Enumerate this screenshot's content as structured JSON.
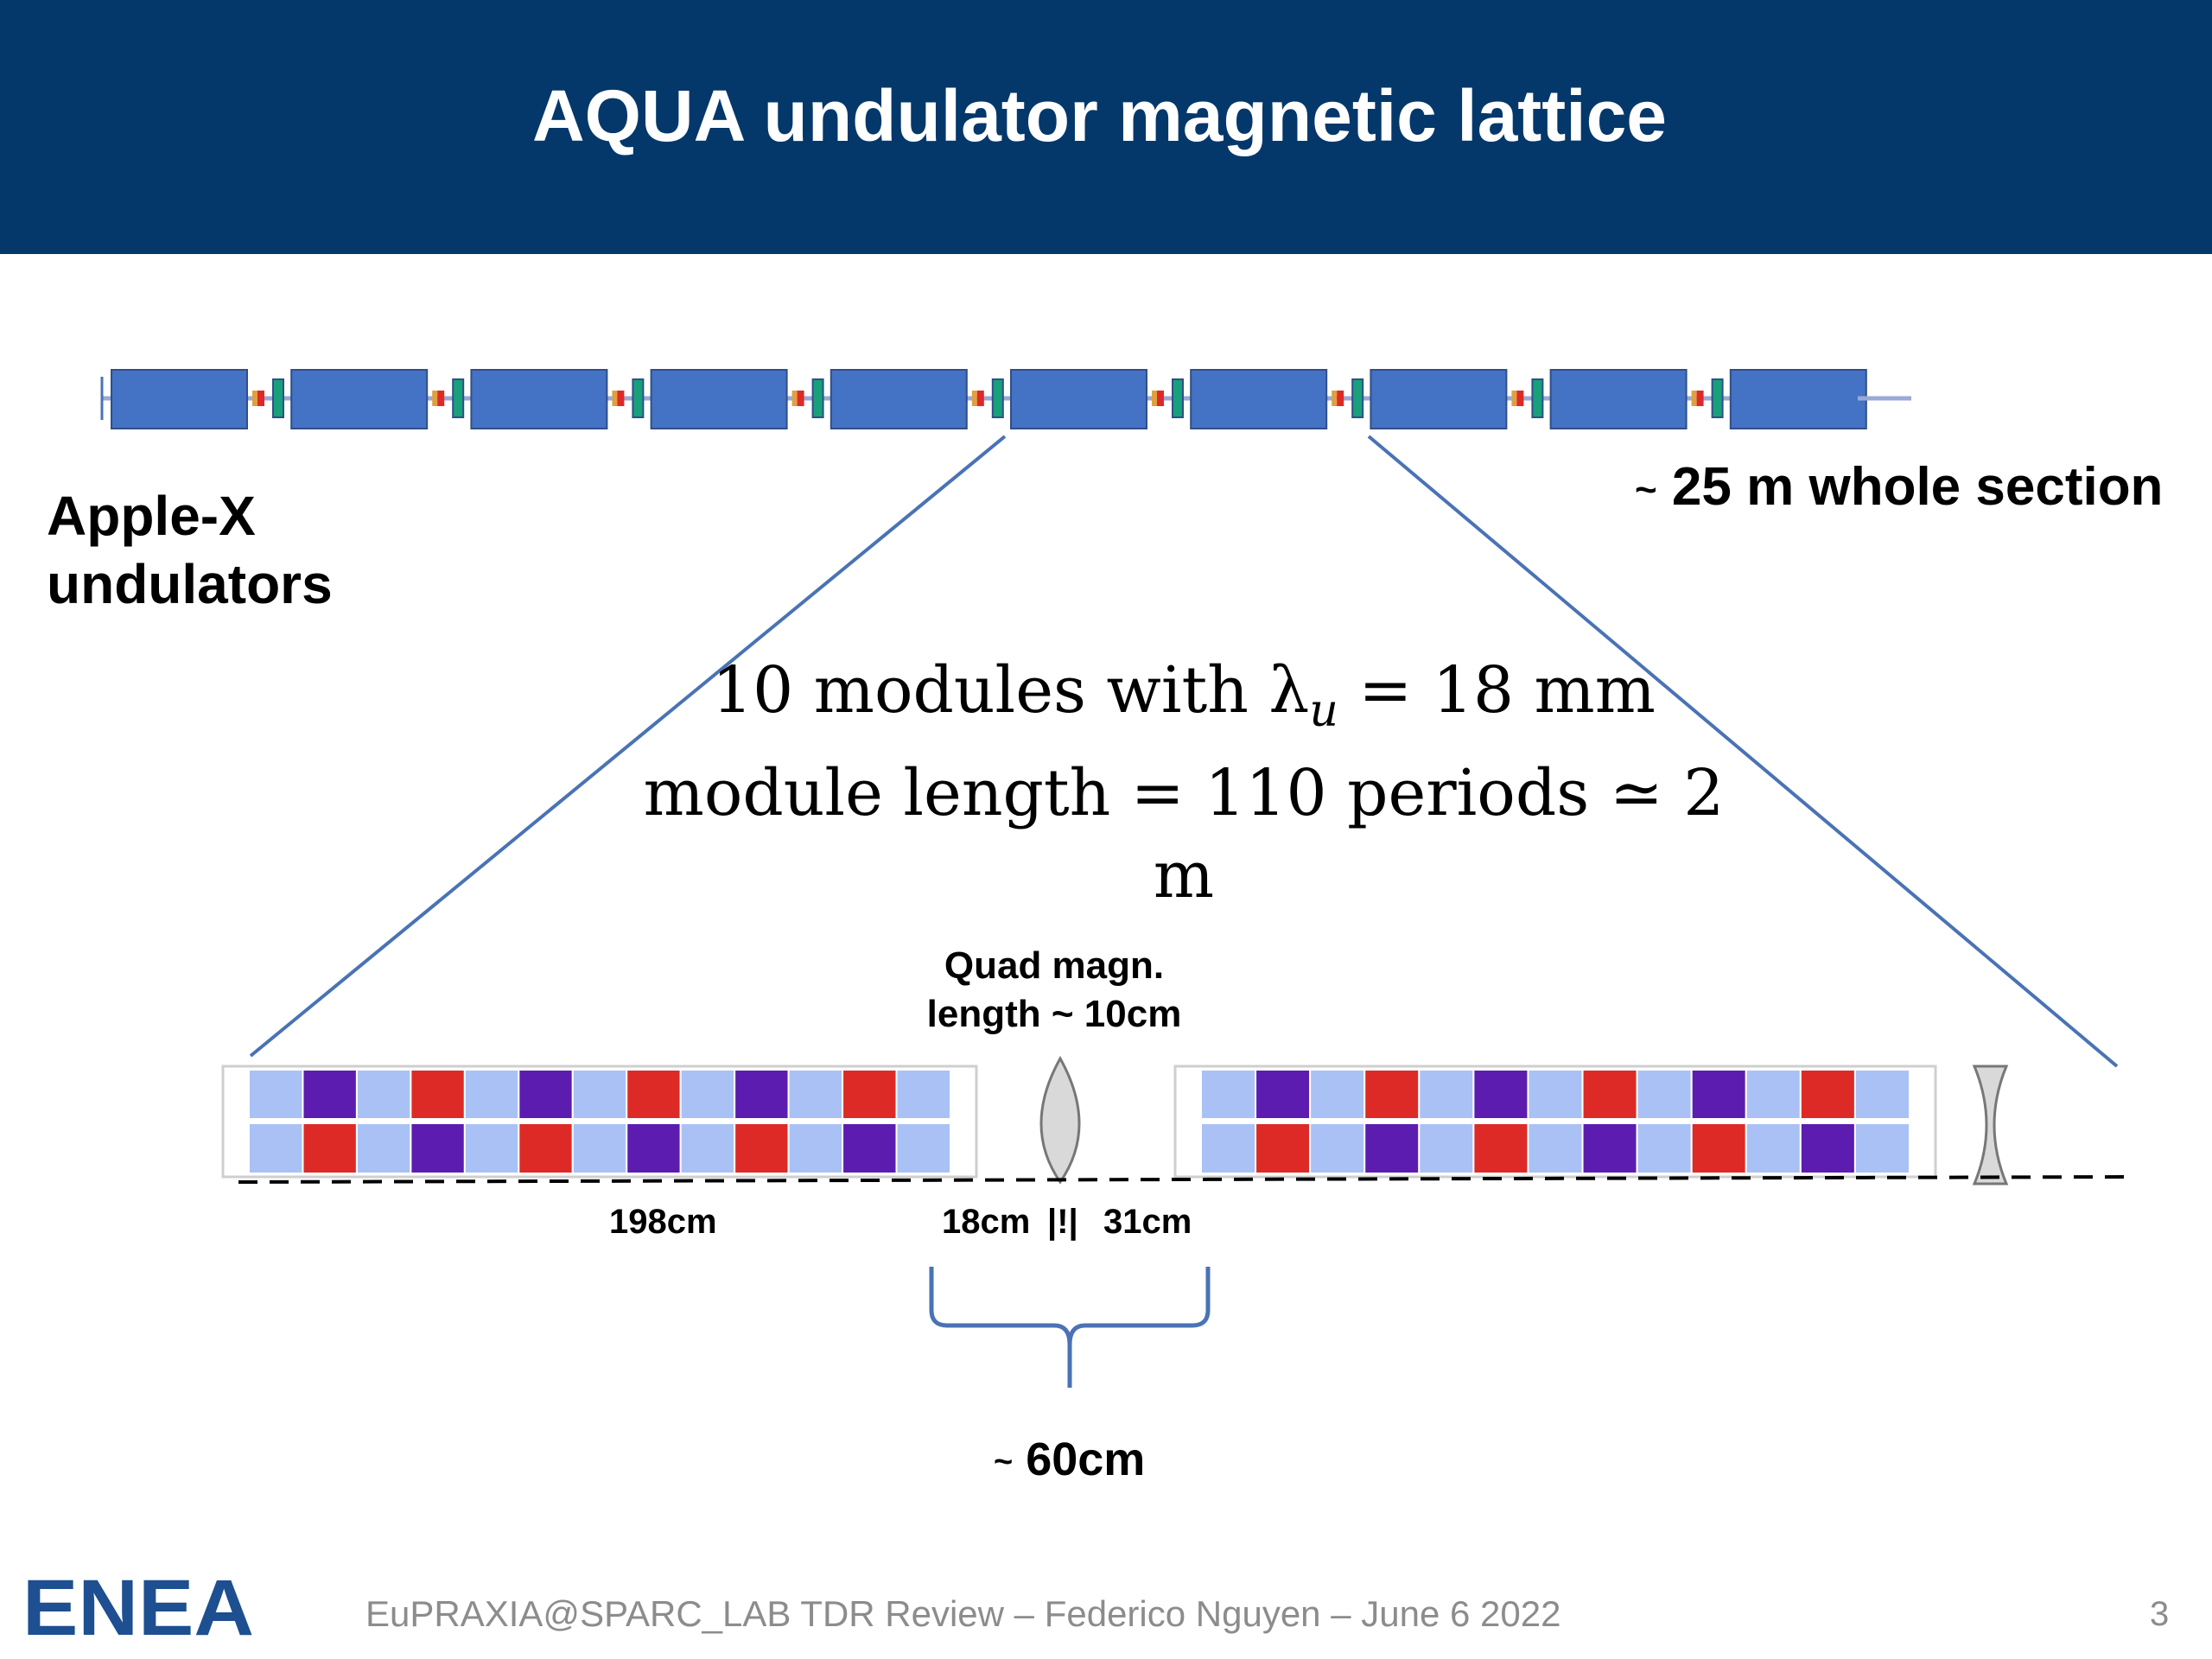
{
  "slide": {
    "title": "AQUA undulator magnetic lattice",
    "page_number": "3",
    "footer": "EuPRAXIA@SPARC_LAB TDR Review – Federico Nguyen – June 6  2022",
    "logo_text": "ENEA"
  },
  "labels": {
    "apple_line1": "Apple-X",
    "apple_line2": "undulators",
    "whole_tilde": "~",
    "whole_text": " 25 m whole section",
    "math_line1_pre": "10 modules with λ",
    "math_line1_sub": "u",
    "math_line1_post": " = 18 mm",
    "math_line2": "module length = 110 periods ≃ 2 m",
    "quad_line1": "Quad magn.",
    "quad_line2": "length ~ 10cm",
    "len_198": "198cm",
    "len_18": "18cm",
    "len_bar": "|!|",
    "len_31": "31cm",
    "span_tilde": "~",
    "span_text": " 60cm"
  },
  "colors": {
    "header_bg": "#04386b",
    "module_blue": "#4472c4",
    "magnet_light": "#a9c1f5",
    "magnet_red": "#de2a26",
    "magnet_purple": "#5c1cb0",
    "zoom_line": "#4a73b5",
    "quad_green": "#18a07a",
    "enea_logo": "#1d4f91"
  },
  "diagram": {
    "module_count": 10,
    "upper_row_pattern": [
      "L",
      "P",
      "L",
      "R",
      "L",
      "P",
      "L",
      "R",
      "L",
      "P",
      "L",
      "R",
      "L"
    ],
    "lower_row_pattern": [
      "L",
      "R",
      "L",
      "P",
      "L",
      "R",
      "L",
      "P",
      "L",
      "R",
      "L",
      "P",
      "L"
    ],
    "upper_row_pattern_right": [
      "L",
      "P",
      "L",
      "R",
      "L",
      "P",
      "L",
      "R",
      "L",
      "P",
      "L",
      "R",
      "L"
    ],
    "lower_row_pattern_right": [
      "L",
      "R",
      "L",
      "P",
      "L",
      "R",
      "L",
      "P",
      "L",
      "R",
      "L",
      "P",
      "L"
    ]
  }
}
